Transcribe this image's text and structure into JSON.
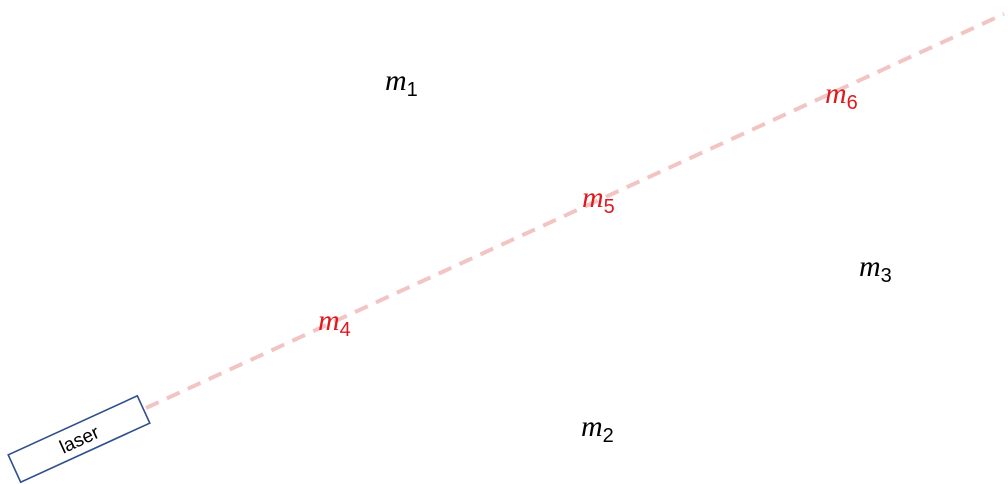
{
  "colors": {
    "beam": "#f2c4c4",
    "laser_outline": "#2f4f8f",
    "mass_black": "#000000",
    "mass_red": "#e0191e"
  },
  "laser": {
    "label": "laser"
  },
  "masses": [
    {
      "base": "m",
      "sub": "1",
      "color": "black"
    },
    {
      "base": "m",
      "sub": "2",
      "color": "black"
    },
    {
      "base": "m",
      "sub": "3",
      "color": "black"
    },
    {
      "base": "m",
      "sub": "4",
      "color": "red"
    },
    {
      "base": "m",
      "sub": "5",
      "color": "red"
    },
    {
      "base": "m",
      "sub": "6",
      "color": "red"
    }
  ]
}
